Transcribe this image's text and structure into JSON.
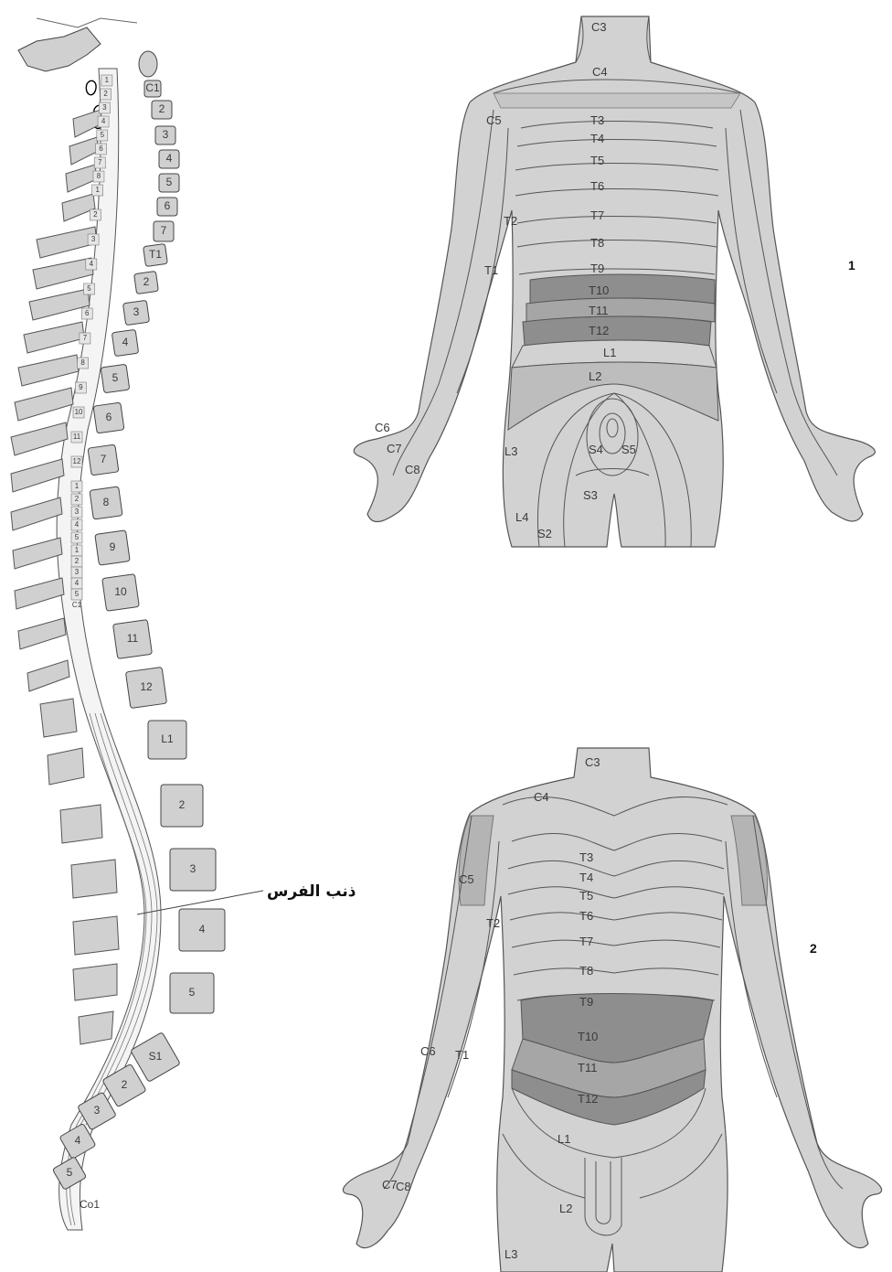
{
  "panel1": {
    "number": "1",
    "labels": [
      "C3",
      "C4",
      "C5",
      "C6",
      "C7",
      "C8",
      "T1",
      "T2",
      "T3",
      "T4",
      "T5",
      "T6",
      "T7",
      "T8",
      "T9",
      "T10",
      "T11",
      "T12",
      "L1",
      "L2",
      "L3",
      "L4",
      "S2",
      "S3",
      "S4",
      "S5"
    ]
  },
  "panel2": {
    "number": "2",
    "labels": [
      "C3",
      "C4",
      "C5",
      "C6",
      "C7",
      "C8",
      "T1",
      "T2",
      "T3",
      "T4",
      "T5",
      "T6",
      "T7",
      "T8",
      "T9",
      "T10",
      "T11",
      "T12",
      "L1",
      "L2",
      "L3"
    ]
  },
  "spine": {
    "callout": "ذنب الفرس",
    "cervical_vertebrae": [
      "C1",
      "2",
      "3",
      "4",
      "5",
      "6",
      "7"
    ],
    "thoracic_vertebrae": [
      "T1",
      "2",
      "3",
      "4",
      "5",
      "6",
      "7",
      "8",
      "9",
      "10",
      "11",
      "12"
    ],
    "lumbar_vertebrae": [
      "L1",
      "2",
      "3",
      "4",
      "5"
    ],
    "sacral_vertebrae": [
      "S1",
      "2",
      "3",
      "4",
      "5"
    ],
    "coccyx": "Co1",
    "cord_cervical": [
      "1",
      "2",
      "3",
      "4",
      "5",
      "6",
      "7",
      "8"
    ],
    "cord_thoracic": [
      "1",
      "2",
      "3",
      "4",
      "5",
      "6",
      "7",
      "8",
      "9",
      "10",
      "11",
      "12"
    ],
    "cord_lumbar": [
      "1",
      "2",
      "3",
      "4",
      "5"
    ],
    "cord_sacral": [
      "1",
      "2",
      "3",
      "4",
      "5"
    ],
    "cord_coccygeal": "C1"
  },
  "colors": {
    "skin": "#d2d2d2",
    "band_dark": "#8e8e8e",
    "band_mid": "#a6a6a6",
    "band_light": "#bdbdbd",
    "line": "#555555",
    "bone": "#d0d0d0"
  }
}
